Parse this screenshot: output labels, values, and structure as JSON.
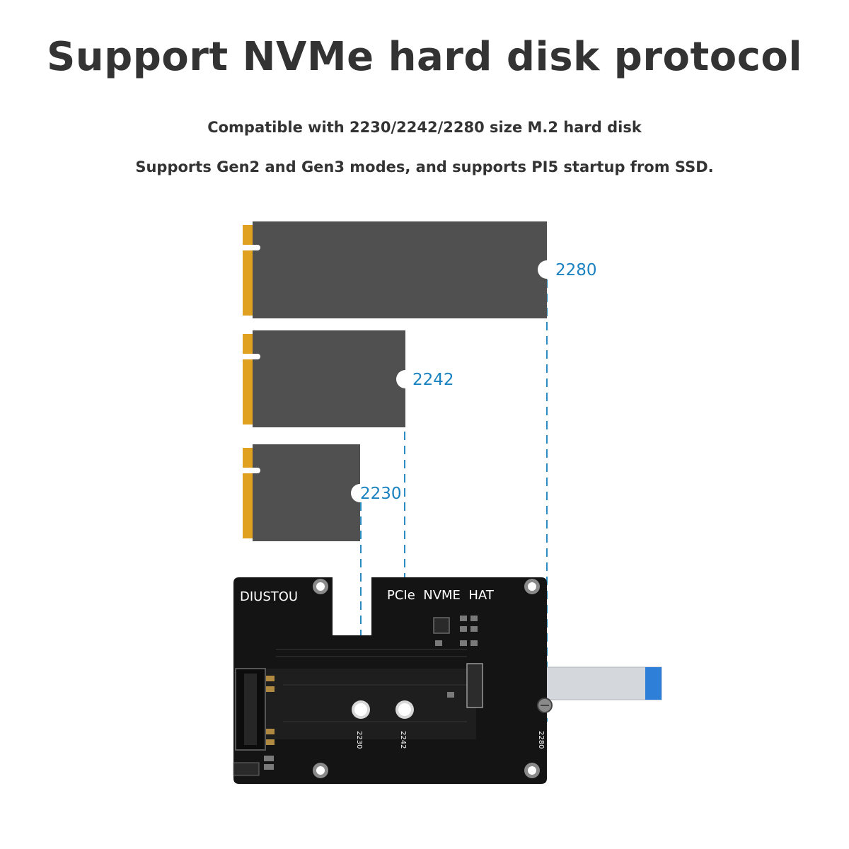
{
  "header": {
    "title": "Support NVMe hard disk protocol",
    "line1": "Compatible with 2230/2242/2280 size M.2 hard disk",
    "line2": "Supports Gen2 and Gen3 modes, and supports PI5 startup from SSD."
  },
  "ssd_sizes": [
    {
      "label": "2280"
    },
    {
      "label": "2242"
    },
    {
      "label": "2230"
    }
  ],
  "board": {
    "brand": "DIUSTOU",
    "name": "PCIe  NVME  HAT",
    "silk_marks": [
      "2230",
      "2242",
      "2280"
    ]
  },
  "colors": {
    "ssd_body": "#505050",
    "gold_contact": "#e0a020",
    "guide_line": "#2a8cc0",
    "size_label": "#1a82c0",
    "board": "#141414",
    "ribbon": "#d4d8dc",
    "ribbon_tip": "#2e7fd8"
  }
}
